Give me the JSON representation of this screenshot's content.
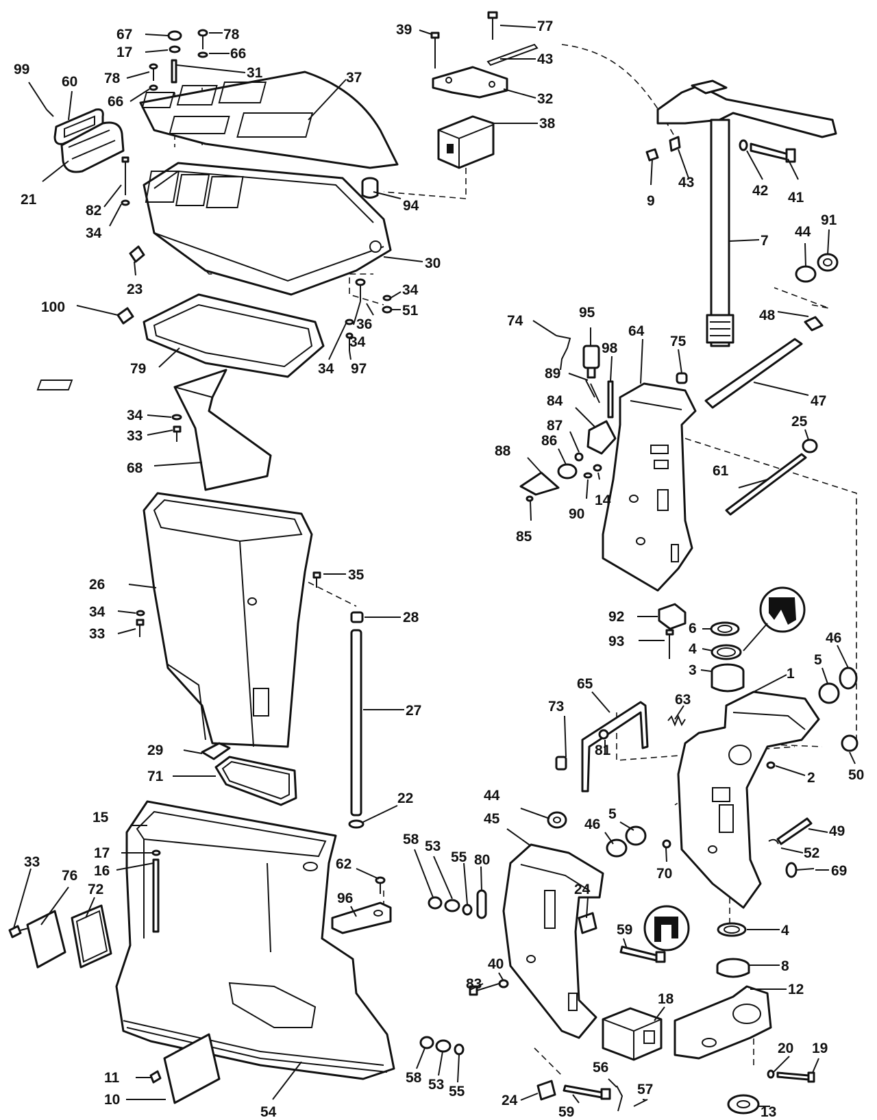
{
  "diagram": {
    "labels": [
      {
        "id": "l67",
        "text": "67"
      },
      {
        "id": "l78a",
        "text": "78"
      },
      {
        "id": "l17a",
        "text": "17"
      },
      {
        "id": "l66a",
        "text": "66"
      },
      {
        "id": "l99",
        "text": "99"
      },
      {
        "id": "l60",
        "text": "60"
      },
      {
        "id": "l78b",
        "text": "78"
      },
      {
        "id": "l31",
        "text": "31"
      },
      {
        "id": "l66b",
        "text": "66"
      },
      {
        "id": "l37",
        "text": "37"
      },
      {
        "id": "l39",
        "text": "39"
      },
      {
        "id": "l77",
        "text": "77"
      },
      {
        "id": "l43a",
        "text": "43"
      },
      {
        "id": "l32",
        "text": "32"
      },
      {
        "id": "l38",
        "text": "38"
      },
      {
        "id": "l21",
        "text": "21"
      },
      {
        "id": "l82",
        "text": "82"
      },
      {
        "id": "l34a",
        "text": "34"
      },
      {
        "id": "l94",
        "text": "94"
      },
      {
        "id": "l30",
        "text": "30"
      },
      {
        "id": "l23",
        "text": "23"
      },
      {
        "id": "l100",
        "text": "100"
      },
      {
        "id": "l34b",
        "text": "34"
      },
      {
        "id": "l51",
        "text": "51"
      },
      {
        "id": "l36",
        "text": "36"
      },
      {
        "id": "l34c",
        "text": "34"
      },
      {
        "id": "l79",
        "text": "79"
      },
      {
        "id": "l34d",
        "text": "34"
      },
      {
        "id": "l97",
        "text": "97"
      },
      {
        "id": "l9",
        "text": "9"
      },
      {
        "id": "l43b",
        "text": "43"
      },
      {
        "id": "l42",
        "text": "42"
      },
      {
        "id": "l41",
        "text": "41"
      },
      {
        "id": "l7",
        "text": "7"
      },
      {
        "id": "l44a",
        "text": "44"
      },
      {
        "id": "l91",
        "text": "91"
      },
      {
        "id": "l48",
        "text": "48"
      },
      {
        "id": "l74",
        "text": "74"
      },
      {
        "id": "l95",
        "text": "95"
      },
      {
        "id": "l64",
        "text": "64"
      },
      {
        "id": "l98",
        "text": "98"
      },
      {
        "id": "l75",
        "text": "75"
      },
      {
        "id": "l89",
        "text": "89"
      },
      {
        "id": "l47",
        "text": "47"
      },
      {
        "id": "l84",
        "text": "84"
      },
      {
        "id": "l25",
        "text": "25"
      },
      {
        "id": "l87",
        "text": "87"
      },
      {
        "id": "l86",
        "text": "86"
      },
      {
        "id": "l88",
        "text": "88"
      },
      {
        "id": "l61",
        "text": "61"
      },
      {
        "id": "l14",
        "text": "14"
      },
      {
        "id": "l90",
        "text": "90"
      },
      {
        "id": "l85",
        "text": "85"
      },
      {
        "id": "l34e",
        "text": "34"
      },
      {
        "id": "l33a",
        "text": "33"
      },
      {
        "id": "l68",
        "text": "68"
      },
      {
        "id": "l35",
        "text": "35"
      },
      {
        "id": "l26",
        "text": "26"
      },
      {
        "id": "l28",
        "text": "28"
      },
      {
        "id": "l34f",
        "text": "34"
      },
      {
        "id": "l33b",
        "text": "33"
      },
      {
        "id": "l92",
        "text": "92"
      },
      {
        "id": "l6",
        "text": "6"
      },
      {
        "id": "l93",
        "text": "93"
      },
      {
        "id": "l4a",
        "text": "4"
      },
      {
        "id": "l46a",
        "text": "46"
      },
      {
        "id": "l3",
        "text": "3"
      },
      {
        "id": "l1",
        "text": "1"
      },
      {
        "id": "l5a",
        "text": "5"
      },
      {
        "id": "l27",
        "text": "27"
      },
      {
        "id": "l65",
        "text": "65"
      },
      {
        "id": "l73",
        "text": "73"
      },
      {
        "id": "l63",
        "text": "63"
      },
      {
        "id": "l29",
        "text": "29"
      },
      {
        "id": "l81",
        "text": "81"
      },
      {
        "id": "l2",
        "text": "2"
      },
      {
        "id": "l50",
        "text": "50"
      },
      {
        "id": "l71",
        "text": "71"
      },
      {
        "id": "l22",
        "text": "22"
      },
      {
        "id": "l44b",
        "text": "44"
      },
      {
        "id": "l15",
        "text": "15"
      },
      {
        "id": "l45",
        "text": "45"
      },
      {
        "id": "l5b",
        "text": "5"
      },
      {
        "id": "l46b",
        "text": "46"
      },
      {
        "id": "l49",
        "text": "49"
      },
      {
        "id": "l58a",
        "text": "58"
      },
      {
        "id": "l53a",
        "text": "53"
      },
      {
        "id": "l17b",
        "text": "17"
      },
      {
        "id": "l55a",
        "text": "55"
      },
      {
        "id": "l80",
        "text": "80"
      },
      {
        "id": "l52",
        "text": "52"
      },
      {
        "id": "l16",
        "text": "16"
      },
      {
        "id": "l70",
        "text": "70"
      },
      {
        "id": "l33c",
        "text": "33"
      },
      {
        "id": "l76",
        "text": "76"
      },
      {
        "id": "l72",
        "text": "72"
      },
      {
        "id": "l62",
        "text": "62"
      },
      {
        "id": "l24a",
        "text": "24"
      },
      {
        "id": "l69",
        "text": "69"
      },
      {
        "id": "l96",
        "text": "96"
      },
      {
        "id": "l59a",
        "text": "59"
      },
      {
        "id": "l4b",
        "text": "4"
      },
      {
        "id": "l40",
        "text": "40"
      },
      {
        "id": "l8",
        "text": "8"
      },
      {
        "id": "l83",
        "text": "83"
      },
      {
        "id": "l12",
        "text": "12"
      },
      {
        "id": "l18",
        "text": "18"
      },
      {
        "id": "l20",
        "text": "20"
      },
      {
        "id": "l19",
        "text": "19"
      },
      {
        "id": "l58b",
        "text": "58"
      },
      {
        "id": "l53b",
        "text": "53"
      },
      {
        "id": "l55b",
        "text": "55"
      },
      {
        "id": "l11",
        "text": "11"
      },
      {
        "id": "l56",
        "text": "56"
      },
      {
        "id": "l57",
        "text": "57"
      },
      {
        "id": "l10",
        "text": "10"
      },
      {
        "id": "l24b",
        "text": "24"
      },
      {
        "id": "l54",
        "text": "54"
      },
      {
        "id": "l59b",
        "text": "59"
      },
      {
        "id": "l13",
        "text": "13"
      }
    ]
  }
}
